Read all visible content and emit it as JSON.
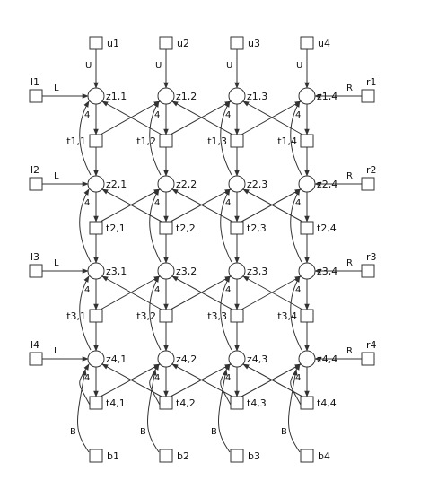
{
  "places_top": [
    "u1",
    "u2",
    "u3",
    "u4"
  ],
  "places_bottom": [
    "b1",
    "b2",
    "b3",
    "b4"
  ],
  "places_left": [
    "l1",
    "l2",
    "l3",
    "l4"
  ],
  "places_right": [
    "r1",
    "r2",
    "r3",
    "r4"
  ],
  "grid_nodes": [
    [
      "z1,1",
      "z1,2",
      "z1,3",
      "z1,4"
    ],
    [
      "z2,1",
      "z2,2",
      "z2,3",
      "z2,4"
    ],
    [
      "z3,1",
      "z3,2",
      "z3,3",
      "z3,4"
    ],
    [
      "z4,1",
      "z4,2",
      "z4,3",
      "z4,4"
    ]
  ],
  "transitions": [
    [
      "t1,1",
      "t1,2",
      "t1,3",
      "t1,4"
    ],
    [
      "t2,1",
      "t2,2",
      "t2,3",
      "t2,4"
    ],
    [
      "t3,1",
      "t3,2",
      "t3,3",
      "t3,4"
    ],
    [
      "t4,1",
      "t4,2",
      "t4,3",
      "t4,4"
    ]
  ],
  "arc_labels": {
    "up": "U",
    "down": "B",
    "left": "L",
    "right": "R",
    "weight": "4"
  }
}
